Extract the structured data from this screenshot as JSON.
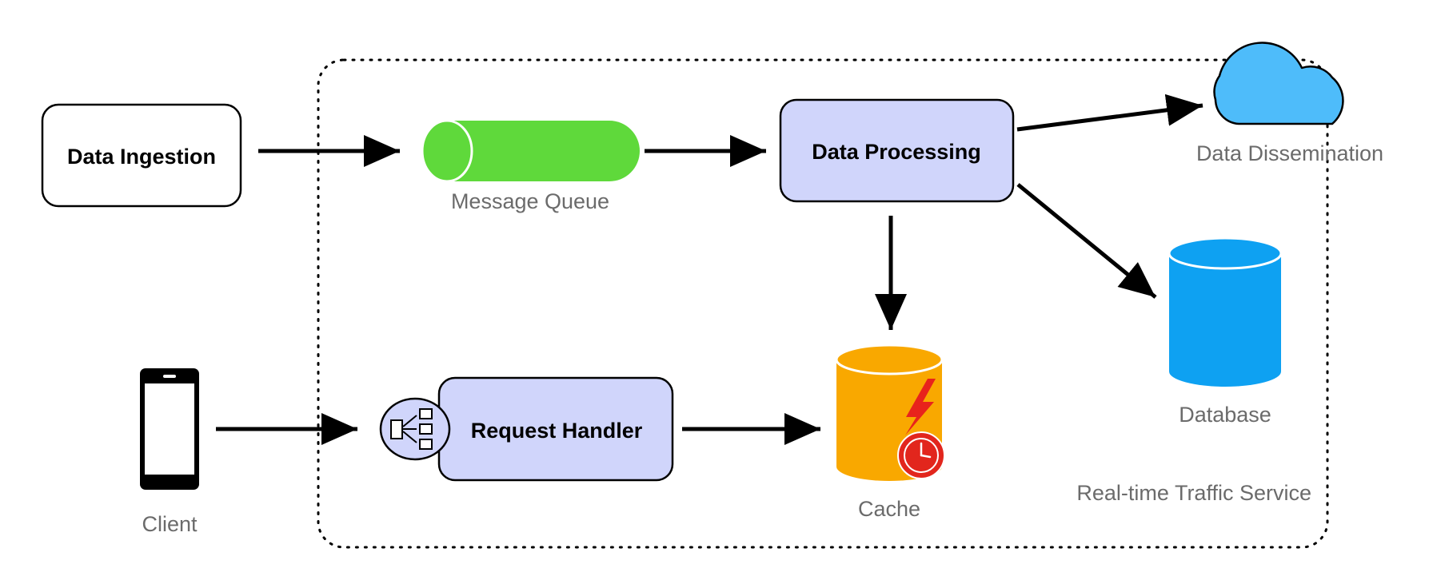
{
  "nodes": {
    "data_ingestion": {
      "label": "Data Ingestion"
    },
    "message_queue": {
      "label": "Message Queue"
    },
    "data_processing": {
      "label": "Data Processing"
    },
    "data_dissemination": {
      "label": "Data Dissemination"
    },
    "database": {
      "label": "Database"
    },
    "cache": {
      "label": "Cache"
    },
    "request_handler": {
      "label": "Request Handler"
    },
    "client": {
      "label": "Client"
    }
  },
  "group": {
    "label": "Real-time Traffic Service"
  },
  "icons": {
    "cloud": "cloud-icon",
    "database": "database-cylinder-icon",
    "cache": "cache-cylinder-icon",
    "lightning": "lightning-icon",
    "clock": "clock-icon",
    "load_balancer": "load-balancer-icon",
    "phone": "mobile-phone-icon"
  },
  "colors": {
    "box_fill_accent": "#d0d5fb",
    "queue_green": "#5fd93b",
    "cloud_blue": "#4ebcfa",
    "database_blue": "#0ea1f2",
    "cache_orange": "#f9a800",
    "lightning_red": "#e8231c",
    "clock_red": "#e2261d",
    "caption_gray": "#6b6b6b"
  }
}
